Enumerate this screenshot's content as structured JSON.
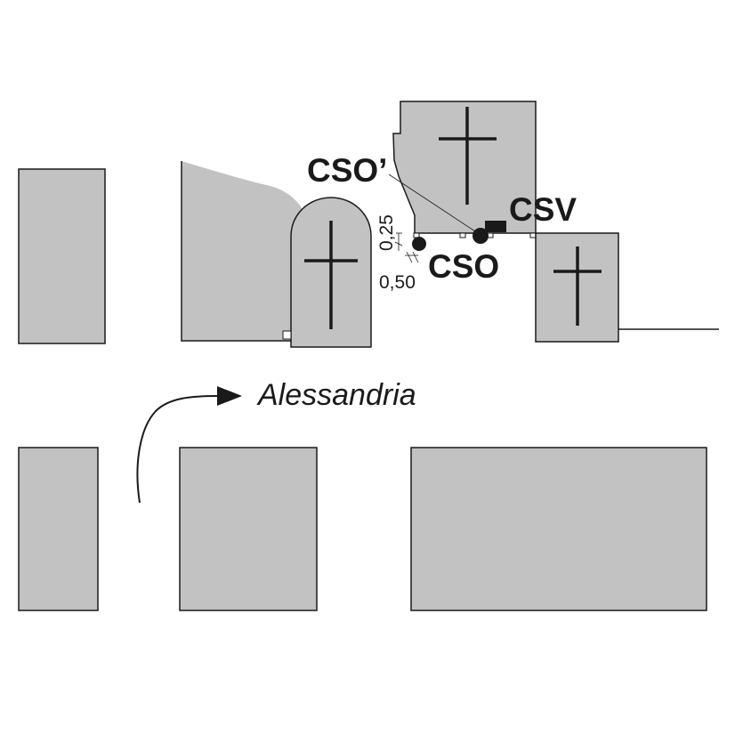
{
  "labels": {
    "cso_prime": "CSO’",
    "csv": "CSV",
    "cso": "CSO",
    "dim_025": "0,25",
    "dim_050": "0,50",
    "street": "Alessandria"
  },
  "colors": {
    "block_fill": "#c2c2c2",
    "stroke": "#1a1a1a",
    "background": "#ffffff"
  },
  "icons": {
    "cross": "latin-cross",
    "arrow": "turn-right-arrow",
    "marker_round": "filled-circle",
    "marker_square": "filled-rectangle"
  }
}
